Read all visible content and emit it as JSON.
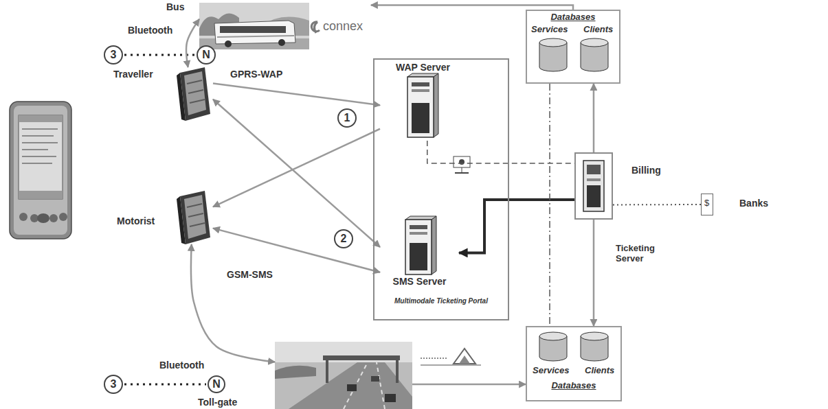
{
  "diagram": {
    "nodes": [
      {
        "text": [
          "Bus",
          "connex"
        ]
      },
      {
        "text": [
          "Traveller"
        ]
      },
      {
        "text": [
          "Multimodale Ticketing Portal"
        ]
      },
      {
        "text": [
          "WAP Server"
        ],
        "in": 2
      },
      {
        "text": [
          "SMS Server"
        ],
        "in": 2
      },
      {
        "text": [
          "Databases",
          "Services",
          "Clients"
        ]
      },
      {
        "text": [
          "Ticketing Server"
        ]
      },
      {
        "text": [
          "$",
          "Banks"
        ]
      },
      {
        "text": [
          "Motorist"
        ]
      },
      {
        "text": [
          "Toll-gate"
        ]
      },
      {
        "text": [
          "Services",
          "Clients",
          "Databases"
        ]
      }
    ],
    "edges": [
      {
        "from": 1,
        "to": 0,
        "arrow": "both"
      },
      {
        "from": 1,
        "to": 3,
        "arrow": "to"
      },
      {
        "from": 4,
        "to": 1,
        "arrow": "both"
      },
      {
        "from": 3,
        "to": 8,
        "arrow": "to"
      },
      {
        "from": 8,
        "to": 4,
        "arrow": "both"
      },
      {
        "from": 6,
        "to": 4,
        "arrow": "to"
      },
      {
        "from": 3,
        "to": 6,
        "arrow": "none"
      },
      {
        "from": 6,
        "to": 7,
        "arrow": "none",
        "label": "Billing"
      },
      {
        "from": 6,
        "to": 5,
        "arrow": "to"
      },
      {
        "from": 6,
        "to": 10,
        "arrow": "to"
      },
      {
        "from": 5,
        "to": 0,
        "arrow": "to"
      },
      {
        "from": 9,
        "to": 10,
        "arrow": "to"
      },
      {
        "from": 5,
        "to": 10,
        "arrow": "none"
      },
      {
        "from": 8,
        "to": 9,
        "arrow": "both"
      }
    ],
    "labels": [
      "Bluetooth",
      "3",
      "N",
      "GPRS-WAP",
      "1",
      "2",
      "GSM-SMS",
      "Bluetooth",
      "3",
      "N"
    ]
  }
}
